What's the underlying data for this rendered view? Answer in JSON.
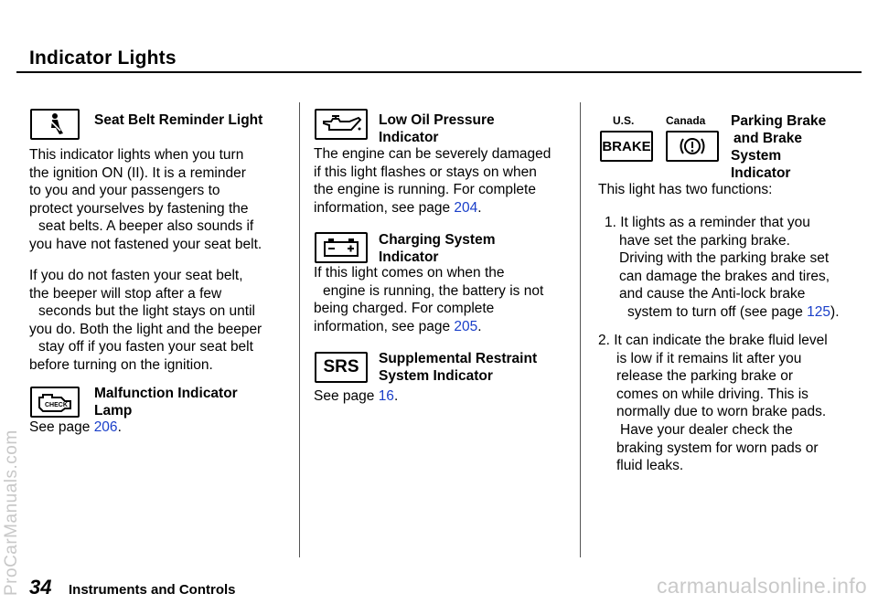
{
  "page": {
    "title": "Indicator Lights",
    "page_number": "34",
    "section": "Instruments and Controls",
    "watermark": "ProCarManuals.com",
    "site": "carmanualsonline.info"
  },
  "seat_belt": {
    "heading": "Seat Belt Reminder Light",
    "lines": [
      "This indicator lights when you turn",
      "the ignition ON (II). It is a reminder",
      "to you and your passengers to",
      "protect yourselves by fastening the",
      "seat belts. A beeper also sounds if",
      "you have not fastened your seat belt."
    ],
    "lines2": [
      "If you do not fasten your seat belt,",
      "the beeper will stop after a few",
      "seconds but the light stays on until",
      "you do. Both the light and the beeper",
      "stay off if you fasten your seat belt",
      "before turning on the ignition."
    ]
  },
  "malfunction": {
    "heading_1": "Malfunction Indicator",
    "heading_2": "Lamp",
    "icon_text": "CHECK",
    "see": "See page ",
    "page": "206",
    "end": "."
  },
  "low_oil": {
    "heading_1": "Low Oil Pressure",
    "heading_2": "Indicator",
    "lines": [
      "The engine can be severely damaged",
      "if this light flashes or stays on when",
      "the engine is running. For complete"
    ],
    "last_prefix": "information, see page ",
    "page": "204",
    "end": "."
  },
  "charging": {
    "heading_1": "Charging System",
    "heading_2": "Indicator",
    "lines": [
      "If this light comes on when the",
      "engine is running, the battery is not",
      "being charged. For complete"
    ],
    "last_prefix": "information, see page ",
    "page": "205",
    "end": "."
  },
  "srs": {
    "icon_text": "SRS",
    "heading_1": "Supplemental Restraint",
    "heading_2": "System Indicator",
    "see": "See page ",
    "page": "16",
    "end": "."
  },
  "parking_brake": {
    "label_us": "U.S.",
    "label_canada": "Canada",
    "icon_text": "BRAKE",
    "icon_canada": "(!)",
    "heading": [
      "Parking Brake",
      "and Brake",
      "System",
      "Indicator"
    ],
    "intro": "This light has two functions:",
    "item1": [
      "1. It lights as a reminder that you",
      "have set the parking brake.",
      "Driving with the parking brake set",
      "can damage the brakes and tires,",
      "and cause the Anti-lock brake"
    ],
    "item1_last_prefix": "system to turn off  (see page ",
    "item1_page": "125",
    "item1_end": ").",
    "item2": [
      "2. It can indicate the brake fluid level",
      "is low if it remains lit after you",
      "release the parking brake or",
      "comes on while driving. This is",
      "normally due to worn brake pads.",
      "Have your dealer check the",
      "braking system for worn pads or",
      "fluid  leaks."
    ]
  }
}
